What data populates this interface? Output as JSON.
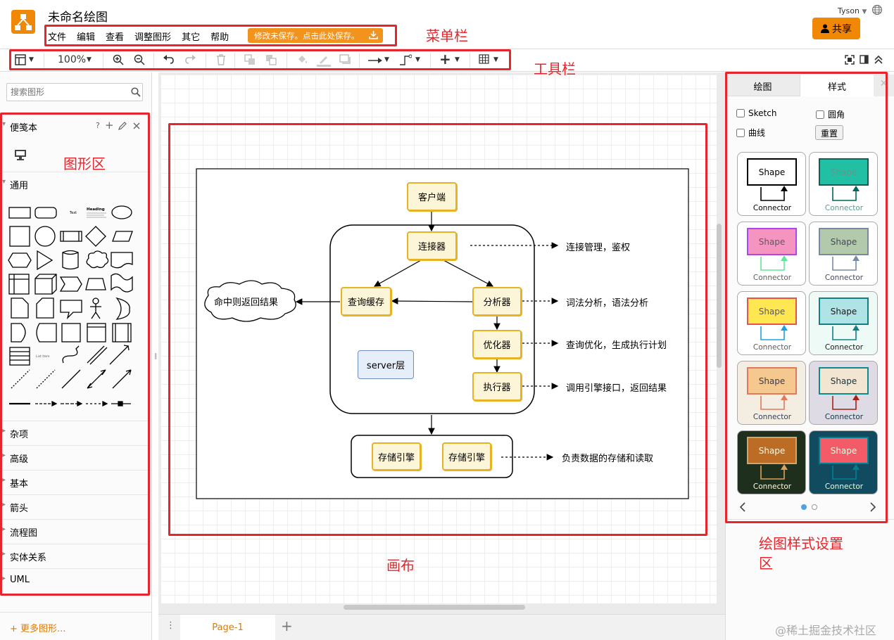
{
  "app": {
    "doc_title": "未命名绘图",
    "user": "Tyson",
    "share_label": "共享",
    "save_note": "修改未保存。点击此处保存。"
  },
  "menu": {
    "items": [
      "文件",
      "编辑",
      "查看",
      "调整图形",
      "其它",
      "帮助"
    ]
  },
  "toolbar": {
    "zoom": "100%"
  },
  "sidebar": {
    "search_placeholder": "搜索图形",
    "scratchpad": "便笺本",
    "scratchpad_help": "?",
    "general": "通用",
    "sections": [
      "杂项",
      "高级",
      "基本",
      "箭头",
      "流程图",
      "实体关系",
      "UML"
    ],
    "more_shapes": "+ 更多图形...",
    "shape_text_sample": "Text",
    "shape_heading_sample": "Heading",
    "list_item": "List Item"
  },
  "format_panel": {
    "tabs": [
      "绘图",
      "样式"
    ],
    "options": {
      "sketch": "Sketch",
      "rounded": "圆角",
      "curved": "曲线",
      "reset": "重置"
    },
    "shape_label": "Shape",
    "connector_label": "Connector",
    "cards": [
      {
        "bg": "#ffffff",
        "fill": "#ffffff",
        "stroke": "#000000",
        "text": "#000000",
        "conn": "#000000"
      },
      {
        "bg": "#ffffff",
        "fill": "#21c0a5",
        "stroke": "#006658",
        "text": "#5c9a8f",
        "conn": "#006658"
      },
      {
        "bg": "#ffffff",
        "fill": "#f694c1",
        "stroke": "#af45ed",
        "text": "#5c5c5c",
        "conn": "#60e696"
      },
      {
        "bg": "#ffffff",
        "fill": "#b2c9ab",
        "stroke": "#788aa3",
        "text": "#46495d",
        "conn": "#788aa3"
      },
      {
        "bg": "#ffffff",
        "fill": "#fee750",
        "stroke": "#e85642",
        "text": "#5c5c5c",
        "conn": "#1ba1e2"
      },
      {
        "bg": "#eefaf5",
        "fill": "#b0e3e6",
        "stroke": "#0e8088",
        "text": "#1a1a1a",
        "conn": "#0e8088"
      },
      {
        "bg": "#f4ede1",
        "fill": "#f5c890",
        "stroke": "#e07a5f",
        "text": "#393c56",
        "conn": "#e07a5f"
      },
      {
        "bg": "#dedbe4",
        "fill": "#f2e6d2",
        "stroke": "#0f8b8d",
        "text": "#143642",
        "conn": "#a8201a"
      },
      {
        "bg": "#1f2f1e",
        "fill": "#bc6c25",
        "stroke": "#dda15e",
        "text": "#fefae0",
        "conn": "#dda15e"
      },
      {
        "bg": "#114b5f",
        "fill": "#f45b69",
        "stroke": "#028090",
        "text": "#e4fde1",
        "conn": "#028090"
      }
    ]
  },
  "canvas": {
    "page_tab": "Page-1",
    "nodes": {
      "client": "客户端",
      "connector": "连接器",
      "query_cache": "查询缓存",
      "analyzer": "分析器",
      "optimizer": "优化器",
      "executor": "执行器",
      "server_layer": "server层",
      "engine1": "存储引擎",
      "engine2": "存储引擎",
      "cloud": "命中则返回结果"
    },
    "notes": {
      "connector": "连接管理，鉴权",
      "analyzer": "词法分析，语法分析",
      "optimizer": "查询优化，生成执行计划",
      "executor": "调用引擎接口，返回结果",
      "engine": "负责数据的存储和读取"
    }
  },
  "annotations": {
    "menu": "菜单栏",
    "toolbar": "工具栏",
    "shapes": "图形区",
    "canvas": "画布",
    "format": "绘图样式设置\n区"
  },
  "watermark": "@稀土掘金技术社区"
}
